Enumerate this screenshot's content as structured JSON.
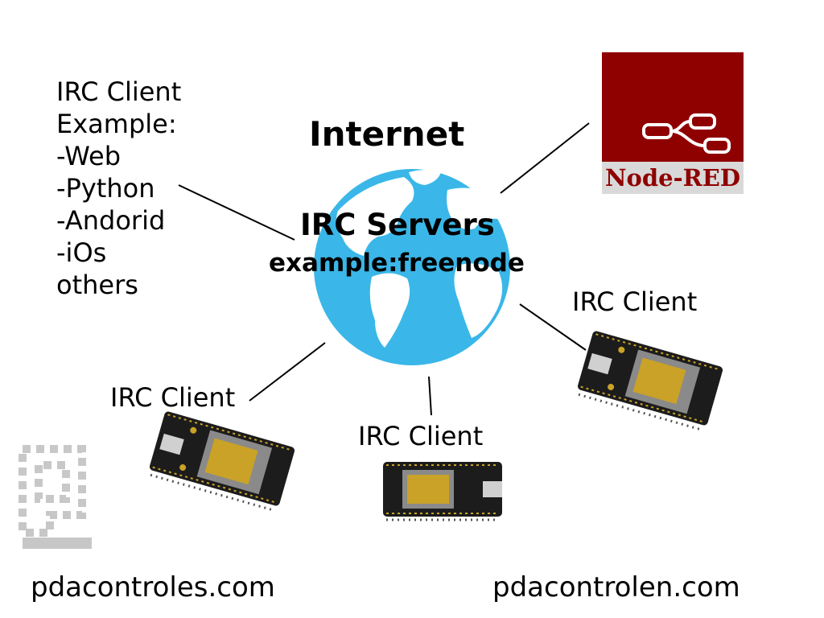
{
  "diagram": {
    "title": "Internet",
    "servers": {
      "line1": "IRC Servers",
      "line2": "example:freenode"
    },
    "left_list": [
      "IRC Client",
      "Example:",
      "-Web",
      "-Python",
      "-Andorid",
      "-iOs",
      "others"
    ],
    "client_right": "IRC Client",
    "client_left": "IRC Client",
    "client_bottom": "IRC Client",
    "logo": {
      "label": "Node-RED",
      "icon": "node-red-flow-icon"
    },
    "watermark_icon": "pda-logo-icon",
    "globe_icon": "globe-icon",
    "device_icon": "nodemcu-board-icon"
  },
  "footer": {
    "left": "pdacontroles.com",
    "right": "pdacontrolen.com"
  },
  "colors": {
    "globe_ocean": "#3ab7e8",
    "globe_land": "#ffffff",
    "node_red_bg": "#8f0000",
    "node_red_label_bg": "#d9d9d9",
    "board": "#1c1c1c",
    "chip": "#c9a227",
    "line": "#000000"
  }
}
